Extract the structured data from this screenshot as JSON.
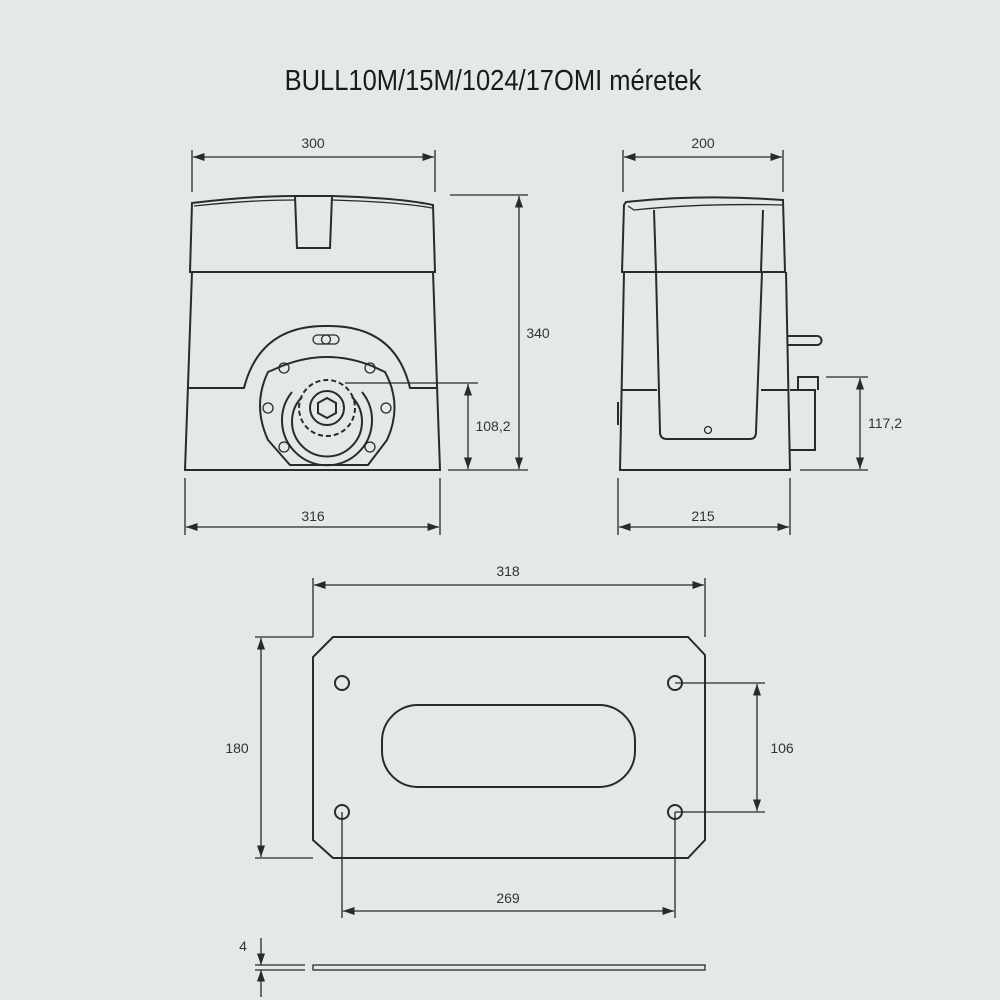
{
  "title": "BULL10M/15M/1024/17OMI méretek",
  "front_view": {
    "width_top": "300",
    "height": "340",
    "pinion_height": "108,2",
    "width_bottom": "316"
  },
  "side_view": {
    "width_top": "200",
    "width_bottom": "215",
    "plate_height": "117,2"
  },
  "base_plate": {
    "length": "318",
    "width": "180",
    "hole_spacing_y": "106",
    "hole_spacing_x": "269",
    "thickness": "4"
  }
}
